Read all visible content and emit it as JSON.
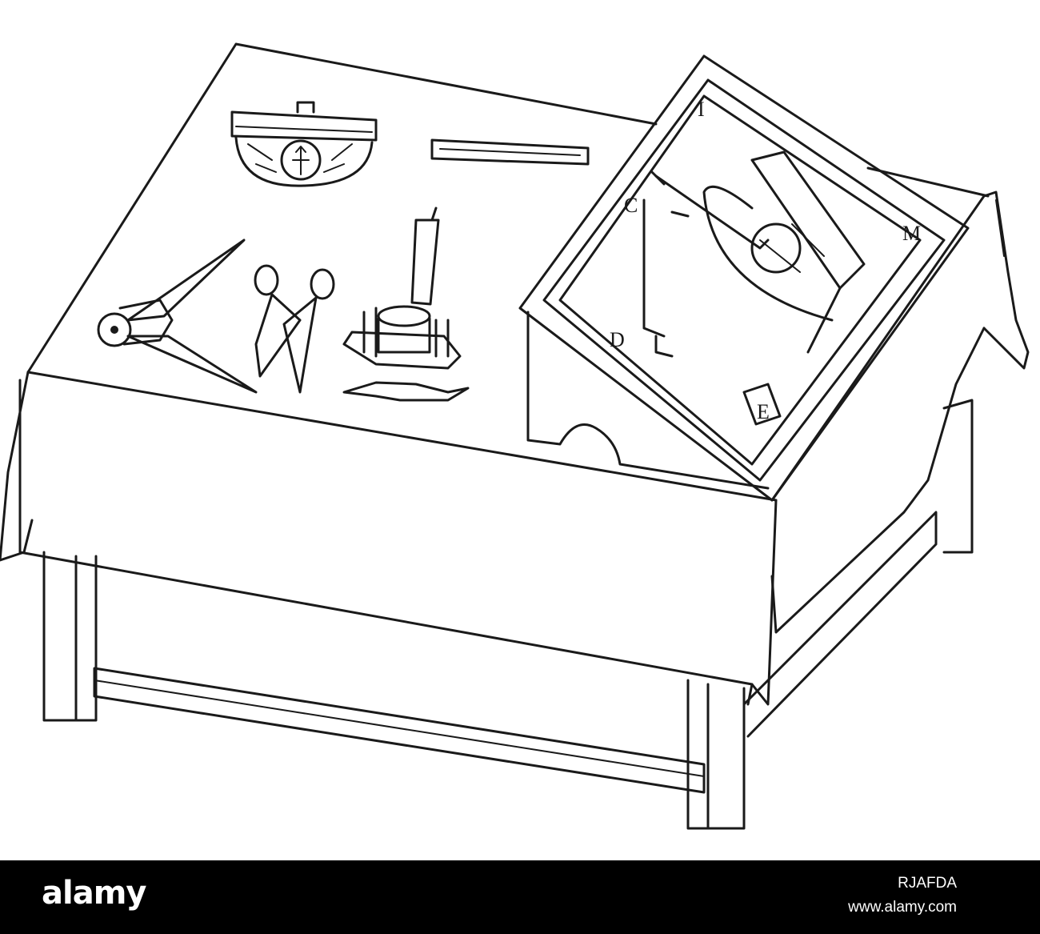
{
  "artwork": {
    "board_labels": [
      "I",
      "C",
      "D",
      "E",
      "M"
    ]
  },
  "footer": {
    "logo_text": "alamy",
    "image_id": "RJAFDA",
    "site_url": "www.alamy.com",
    "background_color": "#000000",
    "text_color": "#ffffff"
  }
}
